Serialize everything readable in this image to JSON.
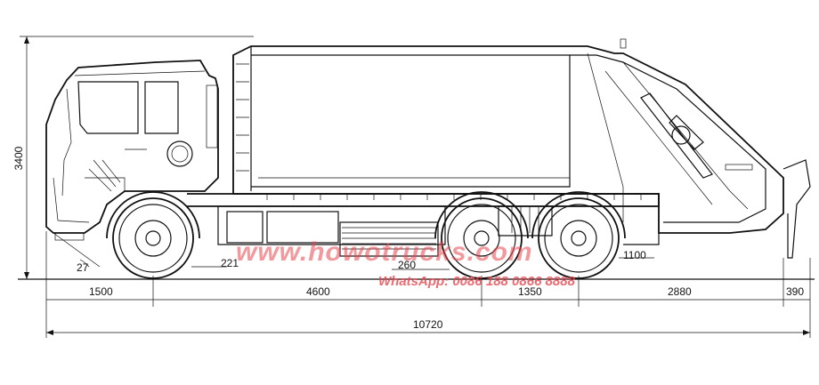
{
  "dimensions": {
    "height_total": "3400",
    "front_overhang": "1500",
    "wheelbase_front": "4600",
    "axle_spacing": "1350",
    "rear_to_hopper": "2880",
    "rear_tail": "390",
    "overall_length": "10720",
    "approach_angle": "27",
    "ground_clear_front": "221",
    "ground_clear_mid": "260",
    "rear_clear": "1100"
  },
  "watermark": {
    "site": "www.howotrucks.com",
    "whatsapp": "WhatsApp: 0086 188 0866 8888"
  },
  "colors": {
    "line": "#111111",
    "watermark": "#e8464e",
    "background": "#ffffff"
  }
}
